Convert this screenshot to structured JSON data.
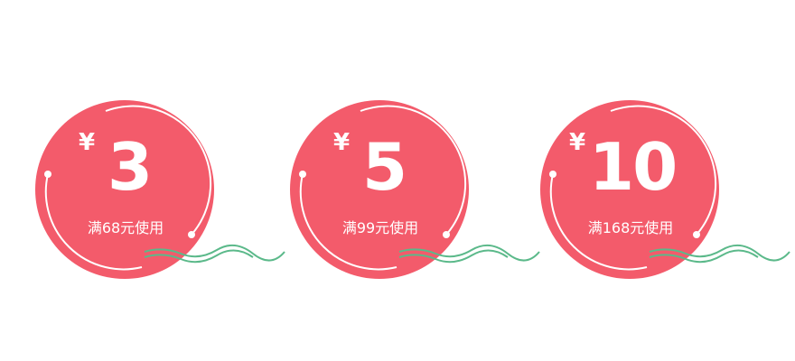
{
  "colors": {
    "circle": "#f35b6b",
    "line": "#ffffff",
    "wave": "#5bb98a"
  },
  "currency_symbol": "¥",
  "coupons": [
    {
      "amount": "3",
      "condition": "满68元使用"
    },
    {
      "amount": "5",
      "condition": "满99元使用"
    },
    {
      "amount": "10",
      "condition": "满168元使用"
    }
  ]
}
